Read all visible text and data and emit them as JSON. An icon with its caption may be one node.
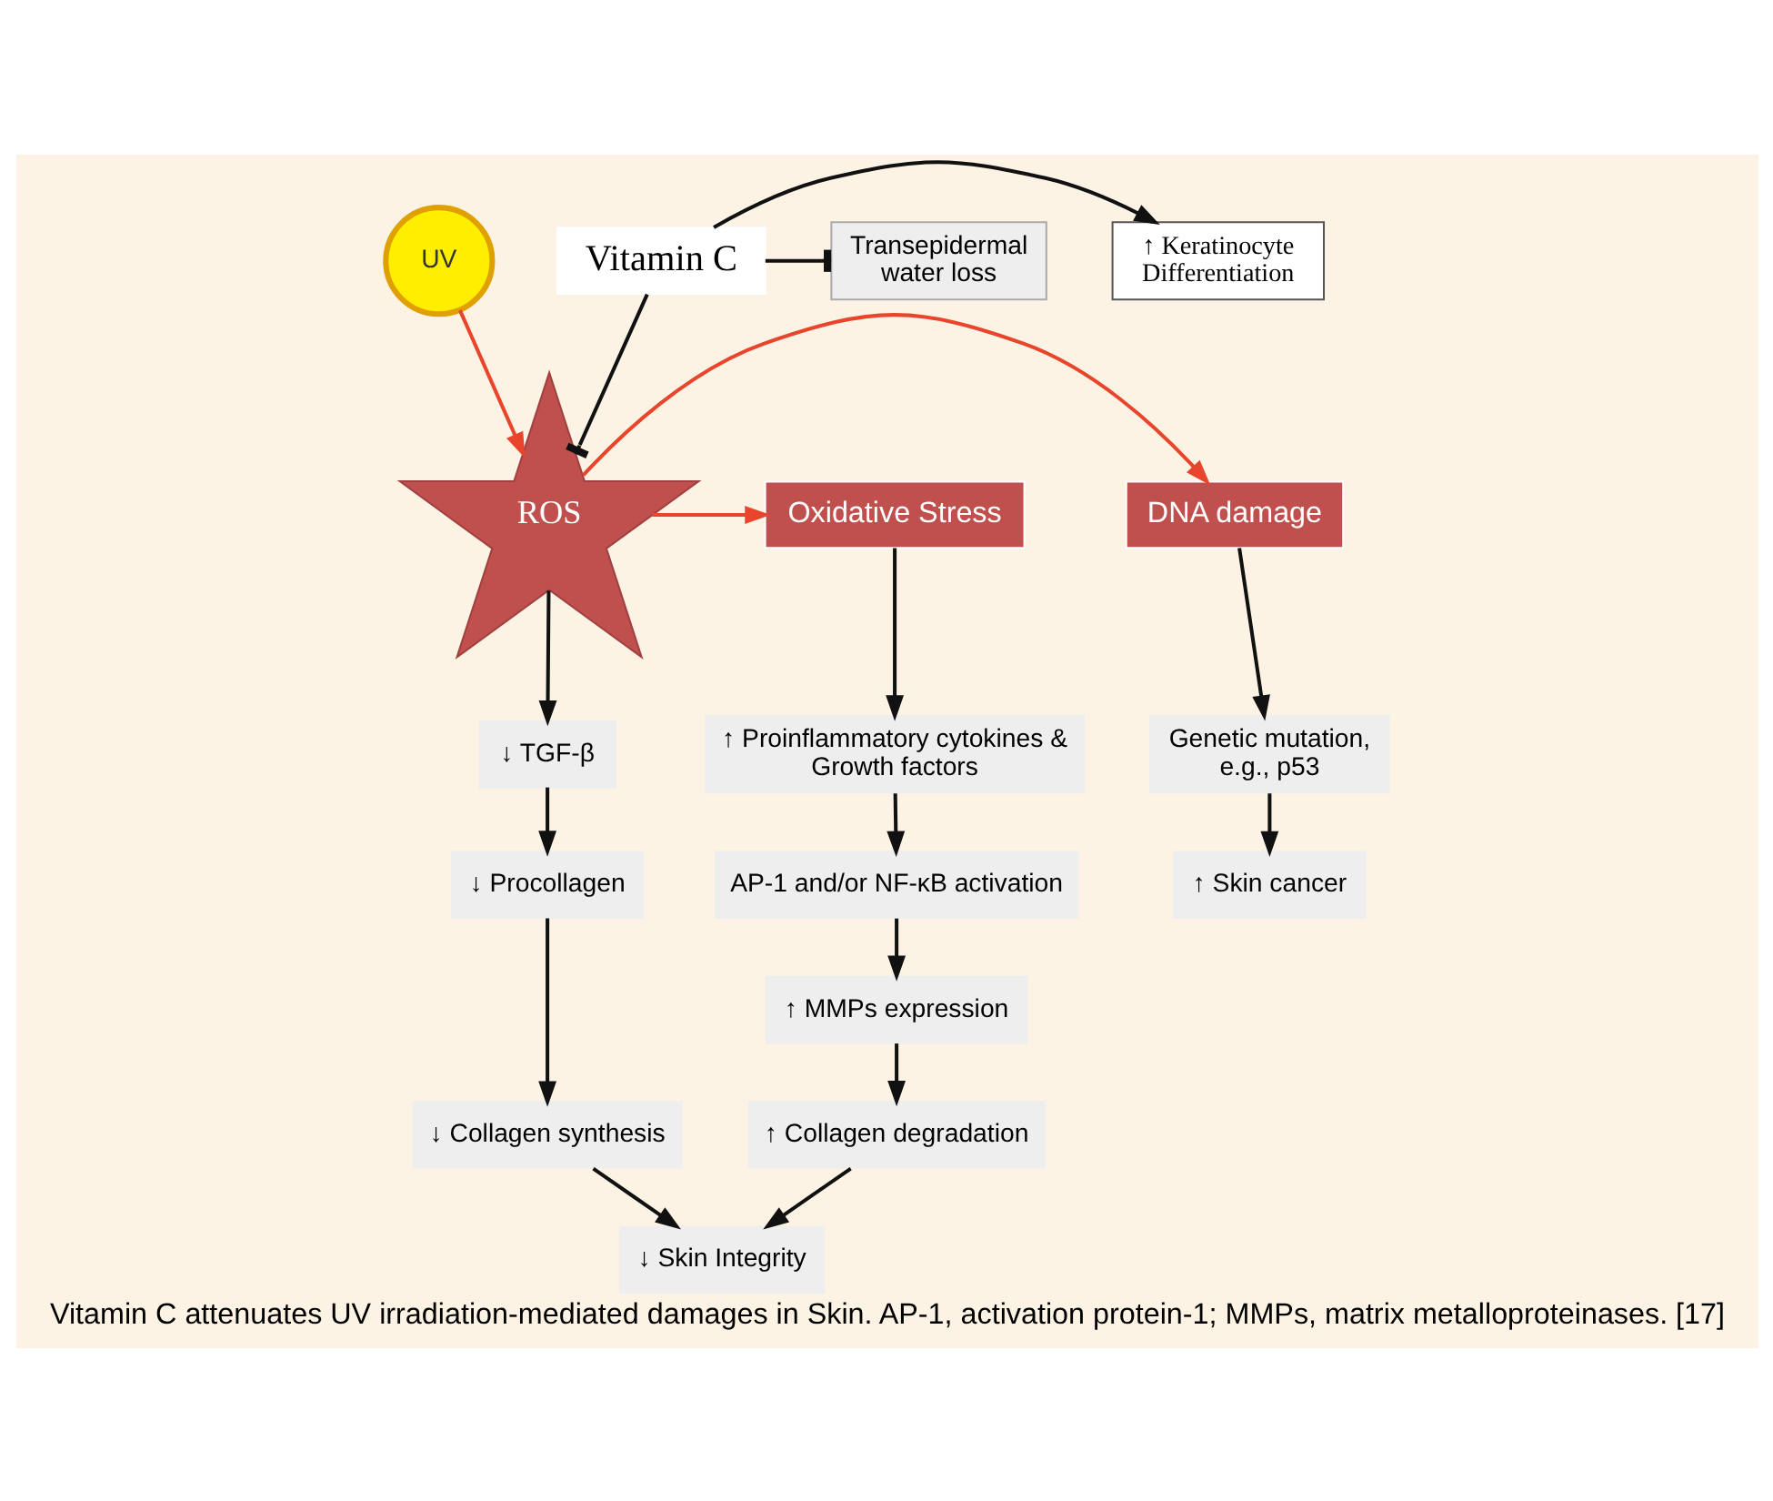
{
  "diagram": {
    "caption": "Vitamin C attenuates UV irradiation-mediated damages in Skin. AP-1, activation protein-1; MMPs, matrix metalloproteinases. [17]",
    "nodes": [
      {
        "text": [
          "UV"
        ]
      },
      {
        "text": [
          "↑ Keratinocyte Differentiation"
        ]
      },
      {
        "text": [
          "Transepidermal water loss"
        ]
      },
      {
        "text": [
          "Vitamin C"
        ]
      },
      {
        "text": [
          "ROS"
        ]
      },
      {
        "text": [
          "DNA damage"
        ]
      },
      {
        "text": [
          "Oxidative Stress"
        ]
      },
      {
        "text": [
          "Genetic mutation, e.g., p53"
        ]
      },
      {
        "text": [
          "↑ Skin cancer"
        ]
      },
      {
        "text": [
          "↓ TGF-β"
        ]
      },
      {
        "text": [
          "↓ Procollagen"
        ]
      },
      {
        "text": [
          "↓ Collagen synthesis"
        ]
      },
      {
        "text": [
          "↑ Proinflammatory cytokines & Growth factors"
        ]
      },
      {
        "text": [
          "AP-1 and/or NF-κB activation"
        ]
      },
      {
        "text": [
          "↑ MMPs expression"
        ]
      },
      {
        "text": [
          "↑ Collagen degradation"
        ]
      },
      {
        "text": [
          "↓ Skin Integrity"
        ]
      }
    ],
    "edges": [
      {
        "from": 0,
        "to": 4,
        "arrow": "to",
        "color": "#e8452c"
      },
      {
        "from": 3,
        "to": 1,
        "arrow": "to"
      },
      {
        "from": 3,
        "to": 2,
        "arrow": "other"
      },
      {
        "from": 3,
        "to": 4,
        "arrow": "other"
      },
      {
        "from": 4,
        "to": 5,
        "arrow": "to",
        "color": "#e8452c"
      },
      {
        "from": 4,
        "to": 6,
        "arrow": "to",
        "color": "#e8452c"
      },
      {
        "from": 5,
        "to": 7,
        "arrow": "to"
      },
      {
        "from": 7,
        "to": 8,
        "arrow": "to"
      },
      {
        "from": 4,
        "to": 9,
        "arrow": "to"
      },
      {
        "from": 9,
        "to": 10,
        "arrow": "to"
      },
      {
        "from": 10,
        "to": 11,
        "arrow": "to"
      },
      {
        "from": 11,
        "to": 16,
        "arrow": "to"
      },
      {
        "from": 6,
        "to": 12,
        "arrow": "to"
      },
      {
        "from": 12,
        "to": 13,
        "arrow": "to"
      },
      {
        "from": 13,
        "to": 14,
        "arrow": "to"
      },
      {
        "from": 14,
        "to": 15,
        "arrow": "to"
      },
      {
        "from": 15,
        "to": 16,
        "arrow": "to"
      }
    ]
  }
}
